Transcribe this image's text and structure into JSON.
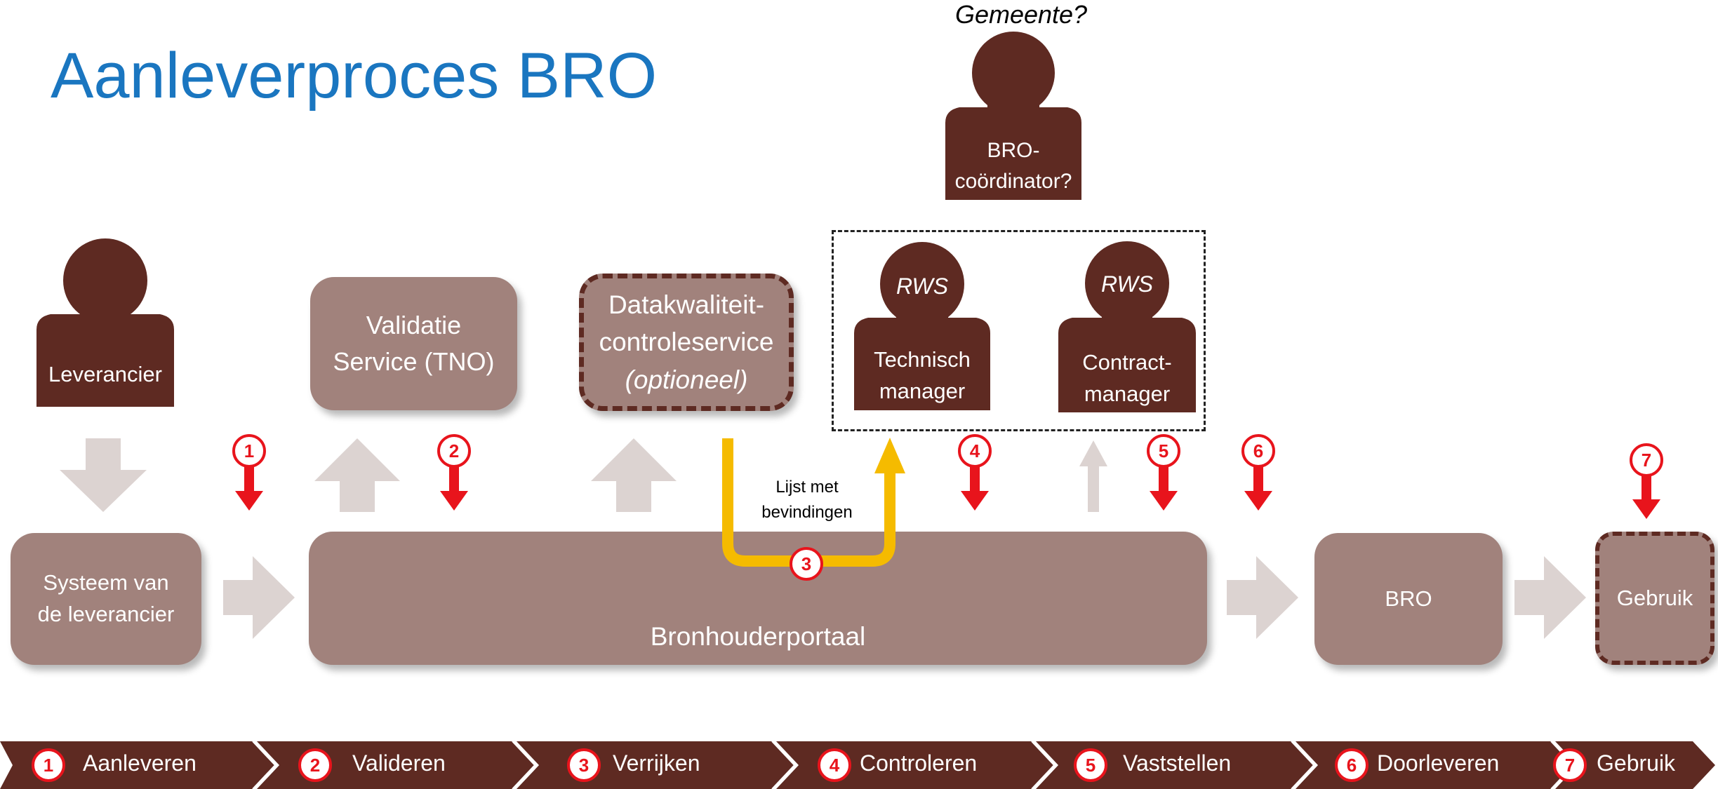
{
  "title": "Aanleverproces BRO",
  "gemeente": "Gemeente?",
  "persons": {
    "coordinator": "BRO-\ncoördinator?",
    "leverancier": "Leverancier",
    "technisch": {
      "org": "RWS",
      "role": "Technisch\nmanager"
    },
    "contract": {
      "org": "RWS",
      "role": "Contract-\nmanager"
    }
  },
  "boxes": {
    "validatie": "Validatie\nService (TNO)",
    "datakwaliteit_line1": "Datakwaliteit-",
    "datakwaliteit_line2": "controleservice",
    "datakwaliteit_line3": "(optioneel)",
    "systeem": "Systeem van\nde leverancier",
    "bronhouderportaal": "Bronhouderportaal",
    "bro": "BRO",
    "gebruik": "Gebruik"
  },
  "findings_label": "Lijst met\nbevindingen",
  "markers": [
    "1",
    "2",
    "3",
    "4",
    "5",
    "6",
    "7"
  ],
  "stages": [
    {
      "num": "1",
      "label": "Aanleveren"
    },
    {
      "num": "2",
      "label": "Valideren"
    },
    {
      "num": "3",
      "label": "Verrijken"
    },
    {
      "num": "4",
      "label": "Controleren"
    },
    {
      "num": "5",
      "label": "Vaststellen"
    },
    {
      "num": "6",
      "label": "Doorleveren"
    },
    {
      "num": "7",
      "label": "Gebruik"
    }
  ],
  "colors": {
    "title": "#1a76c0",
    "person": "#5e2a22",
    "box": "#a1827c",
    "flow_arrow": "#dcd3d1",
    "marker_red": "#e8141c",
    "findings_arrow": "#f5bb00",
    "bar": "#5e2a22"
  }
}
